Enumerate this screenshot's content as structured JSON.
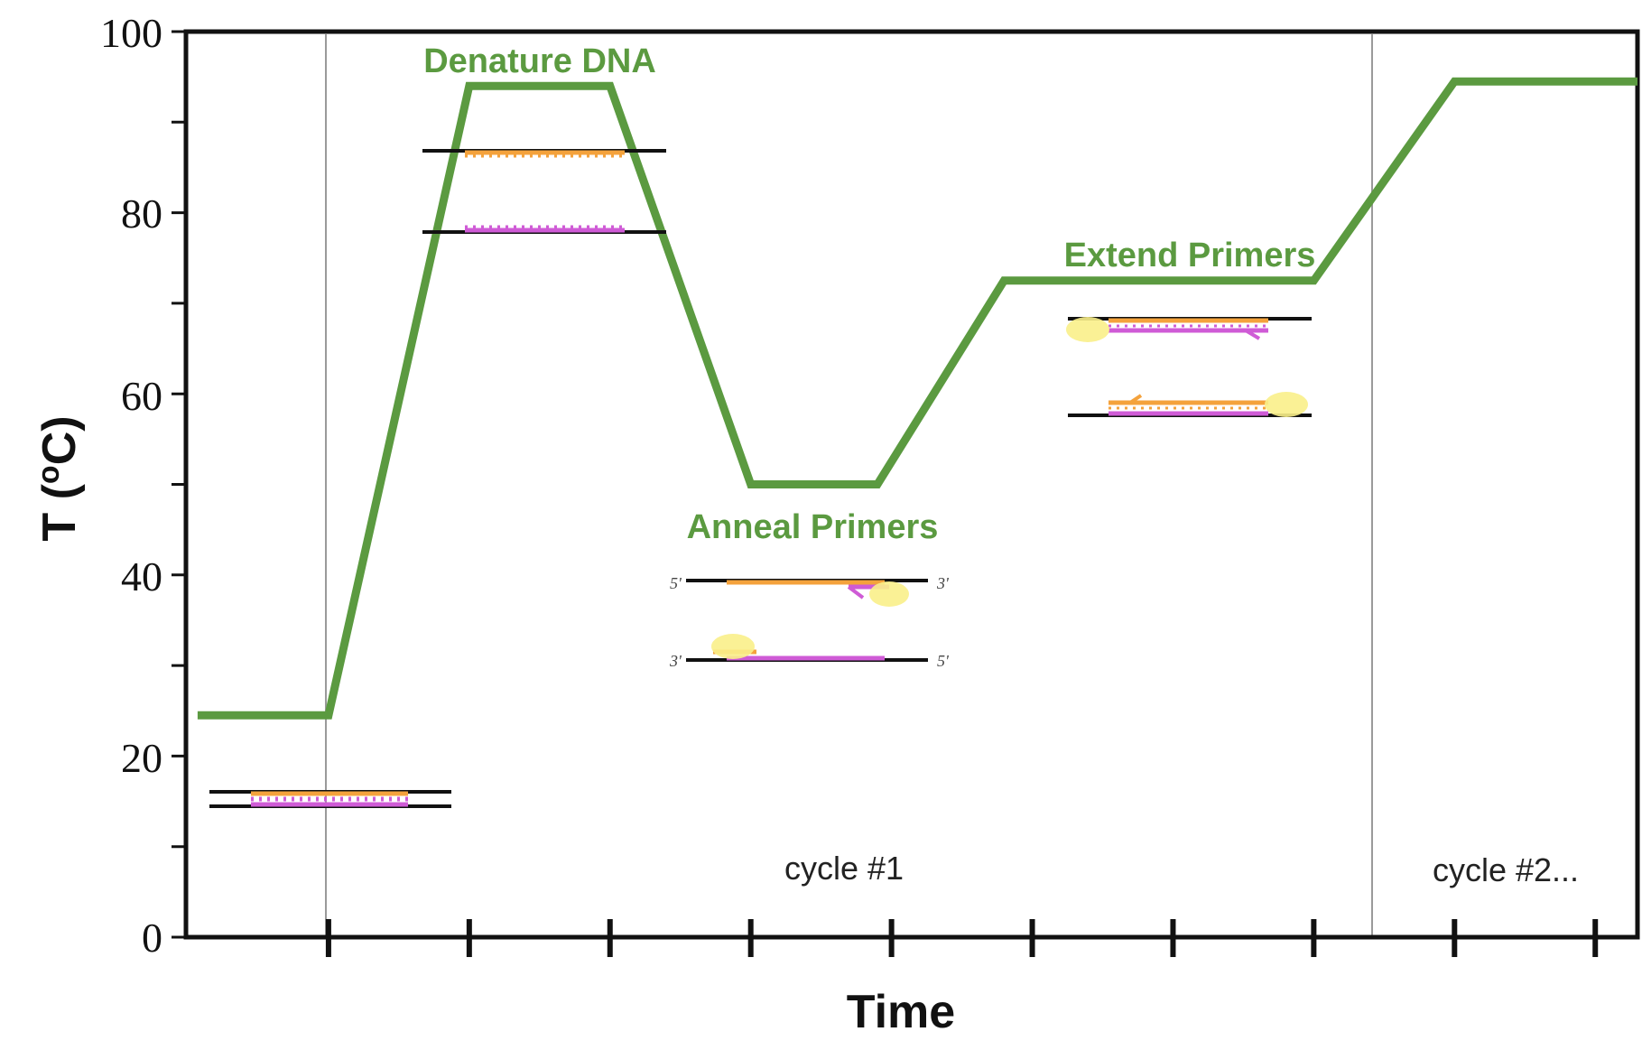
{
  "colors": {
    "temperature_line": "#5b9a40",
    "label_green": "#5b9a40",
    "strand_orange": "#f4a23c",
    "strand_magenta": "#cf5bd6",
    "strand_black": "#111111",
    "polymerase_yellow": "#f9ef8a"
  },
  "chart_data": {
    "type": "line",
    "title": "",
    "xlabel": "Time",
    "ylabel": "T (°C)",
    "ylabel_text": "T (",
    "ylabel_sup": "o",
    "ylabel_unit": "C)",
    "ylim": [
      0,
      100
    ],
    "xlim": [
      0,
      10.3
    ],
    "y_ticks": [
      0,
      20,
      40,
      60,
      80,
      100
    ],
    "y_tick_labels": [
      "0",
      "20",
      "40",
      "60",
      "80",
      "100"
    ],
    "x_tick_labels": [],
    "grid": false,
    "legend": "none",
    "series": [
      {
        "x": [
          0.07,
          1.0,
          2.0,
          3.0,
          4.0,
          4.9,
          5.8,
          7.1,
          8.0,
          9.0,
          10.3
        ],
        "y": [
          24.5,
          24.5,
          94,
          94,
          50,
          50,
          72.5,
          72.5,
          72.5,
          94.5,
          94.5
        ]
      }
    ],
    "annotations": {
      "denature": "Denature DNA",
      "anneal": "Anneal Primers",
      "extend": "Extend Primers",
      "cycle1": "cycle #1",
      "cycle2": "cycle #2..."
    },
    "strand_end_labels": {
      "five_prime": "5'",
      "three_prime": "3'"
    }
  }
}
